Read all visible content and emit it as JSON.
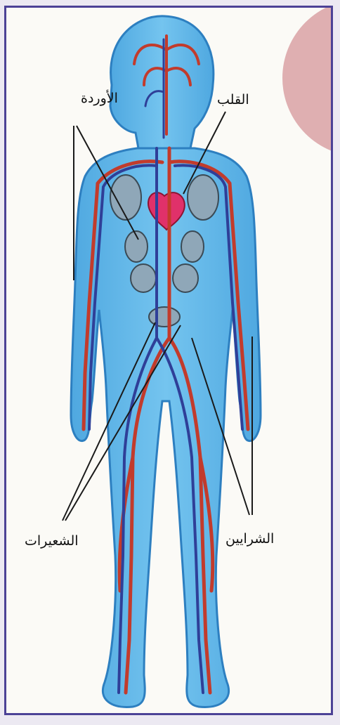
{
  "labels": {
    "veins": "الأوردة",
    "heart": "القلب",
    "capillaries": "الشعيرات",
    "arteries": "الشرايين"
  },
  "colors": {
    "frame": "#4c4296",
    "body_fill": "#5fb5e6",
    "body_outline": "#2d7fc0",
    "artery": "#c23b2c",
    "vein": "#2f3f98",
    "heart": "#e0316a",
    "pink_circle": "#dba6aa"
  }
}
